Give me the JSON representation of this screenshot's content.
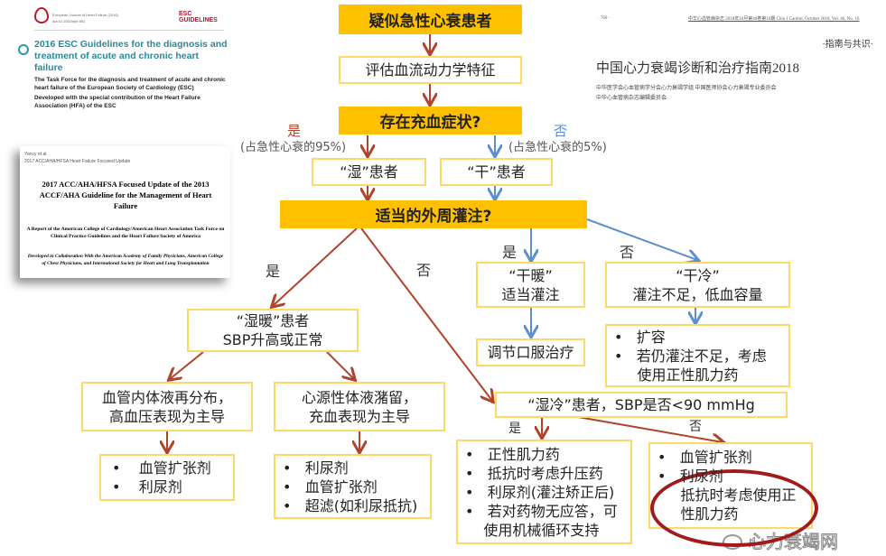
{
  "documents": {
    "esc": {
      "journal": "European Journal of Heart Failure (2016)",
      "doi": "doi:10.1002/ejhf.592",
      "tag": "ESC GUIDELINES",
      "title": "2016 ESC Guidelines for the diagnosis and treatment of acute and chronic heart failure",
      "task_force": "The Task Force for the diagnosis and treatment of acute and chronic heart failure of the European Society of Cardiology (ESC)",
      "developed": "Developed with the special contribution of the Heart Failure Association (HFA) of the ESC"
    },
    "acc": {
      "author": "Yancy et al",
      "running": "2017 ACC/AHA/HFSA Heart Failure Focused Update",
      "title": "2017 ACC/AHA/HFSA Focused Update of the 2013 ACCF/AHA Guideline for the Management of Heart Failure",
      "report": "A Report of the American College of Cardiology/American Heart Association Task Force on Clinical Practice Guidelines and the Heart Failure Society of America",
      "collab": "Developed in Collaboration With the American Academy of Family Physicians, American College of Chest Physicians, and International Society for Heart and Lung Transplantation"
    },
    "cn": {
      "page": "· 760 ·",
      "journal": "中华心血管病杂志 2018年10月第46卷第10期  Chin J Cardiol, October 2018, Vol. 46, No. 10",
      "section": "·指南与共识·",
      "title": "中国心力衰竭诊断和治疗指南2018",
      "authors1": "中华医学会心血管病学分会心力衰竭学组  中国医师协会心力衰竭专业委员会",
      "authors2": "中华心血管病杂志编辑委员会"
    }
  },
  "flow": {
    "start": "疑似急性心衰患者",
    "assess": "评估血流动力学特征",
    "congestion": "存在充血症状?",
    "yes": "是",
    "no": "否",
    "yes_pct": "(占急性心衰的95%)",
    "no_pct": "(占急性心衰的5%)",
    "wet": "“湿”患者",
    "dry": "“干”患者",
    "perfusion": "适当的外周灌注?",
    "dry_warm": [
      "“干暖”",
      "适当灌注"
    ],
    "dry_warm_tx": "调节口服治疗",
    "dry_cold": [
      "“干冷”",
      "灌注不足，低血容量"
    ],
    "dry_cold_tx": [
      "扩容",
      "若仍灌注不足，考虑",
      "使用正性肌力药"
    ],
    "wet_warm": [
      "“湿暖”患者",
      "SBP升高或正常"
    ],
    "redistribution": [
      "血管内体液再分布，",
      "高血压表现为主导"
    ],
    "retention": [
      "心源性体液潴留，",
      "充血表现为主导"
    ],
    "wet_cold": "“湿冷”患者，SBP是否<90 mmHg",
    "tx_redistribution": [
      "血管扩张剂",
      "利尿剂"
    ],
    "tx_retention": [
      "利尿剂",
      "血管扩张剂",
      "超滤(如利尿抵抗)"
    ],
    "tx_cold_yes": [
      "正性肌力药",
      "抵抗时考虑升压药",
      "利尿剂(灌注矫正后)",
      "若对药物无应答，可",
      "使用机械循环支持"
    ],
    "tx_cold_no": [
      "血管扩张剂",
      "利尿剂",
      "抵抗时考虑使用正",
      "性肌力药"
    ]
  },
  "watermark": "心力衰竭网",
  "colors": {
    "orange": "#FFC000",
    "border": "#FFD966",
    "yes_arrow": "#B0432A",
    "no_arrow": "#5B8FD0",
    "oval": "#A31A1A"
  }
}
